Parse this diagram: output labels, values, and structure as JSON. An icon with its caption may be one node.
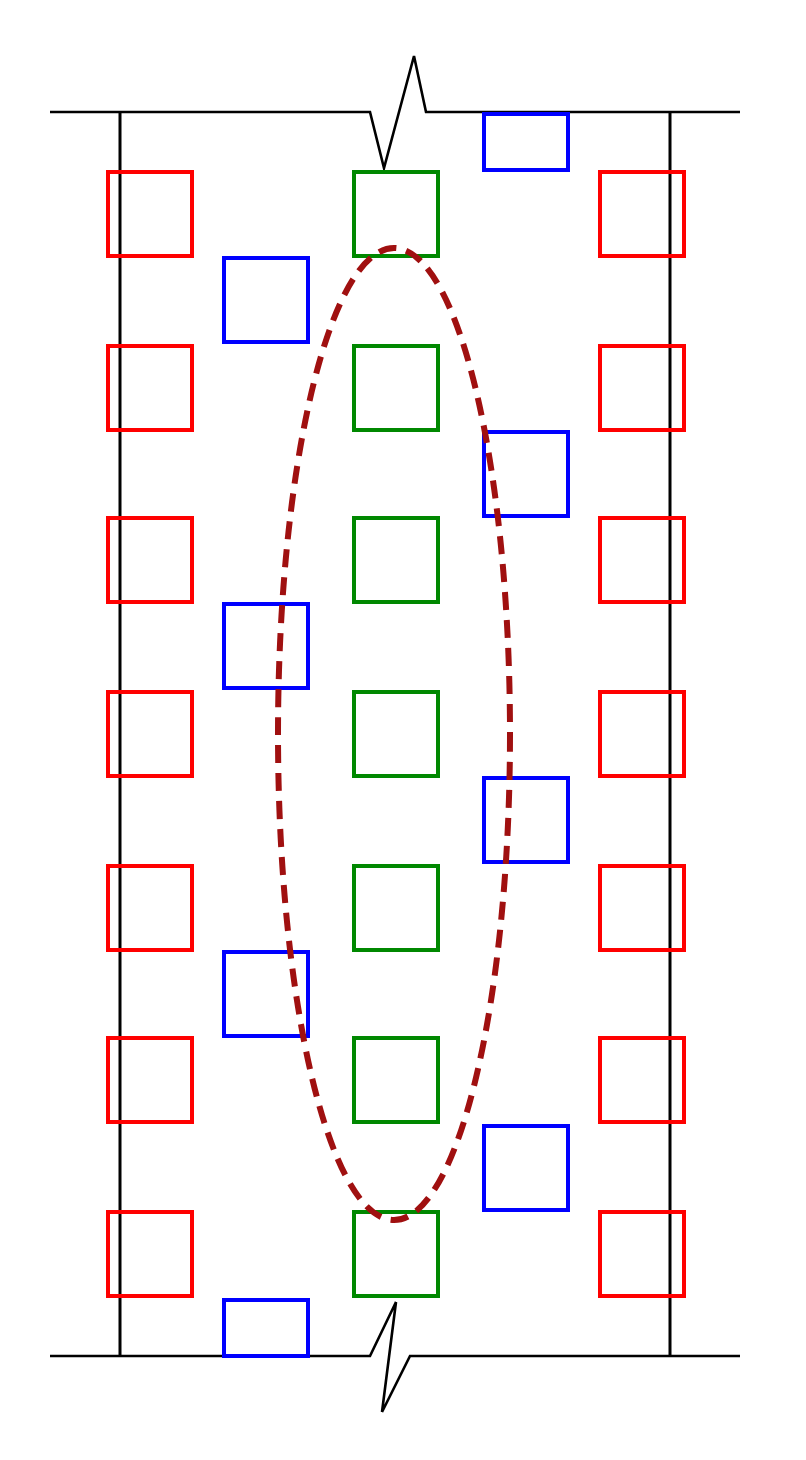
{
  "diagram": {
    "nodes": [
      {
        "text": [],
        "shape": "box"
      },
      {
        "text": [],
        "shape": "box"
      },
      {
        "text": [],
        "shape": "box"
      },
      {
        "text": [],
        "shape": "box"
      },
      {
        "text": [],
        "shape": "box"
      },
      {
        "text": [],
        "shape": "box"
      },
      {
        "text": [],
        "shape": "box"
      },
      {
        "text": [],
        "shape": "box"
      },
      {
        "text": [],
        "shape": "box"
      },
      {
        "text": [],
        "shape": "box"
      },
      {
        "text": [],
        "shape": "box"
      },
      {
        "text": [],
        "shape": "box"
      },
      {
        "text": [],
        "shape": "box"
      },
      {
        "text": [],
        "shape": "box"
      },
      {
        "text": [],
        "shape": "box"
      },
      {
        "text": [],
        "shape": "box"
      },
      {
        "text": [],
        "shape": "box"
      },
      {
        "text": [],
        "shape": "box"
      },
      {
        "text": [],
        "shape": "box"
      },
      {
        "text": [],
        "shape": "box"
      },
      {
        "text": [],
        "shape": "box"
      },
      {
        "text": [],
        "shape": "box"
      },
      {
        "text": [],
        "shape": "box"
      },
      {
        "text": [],
        "shape": "box"
      },
      {
        "text": [],
        "shape": "box"
      },
      {
        "text": [],
        "shape": "box"
      },
      {
        "text": [],
        "shape": "box"
      },
      {
        "text": [],
        "shape": "box"
      },
      {
        "text": [],
        "shape": "box"
      }
    ]
  }
}
